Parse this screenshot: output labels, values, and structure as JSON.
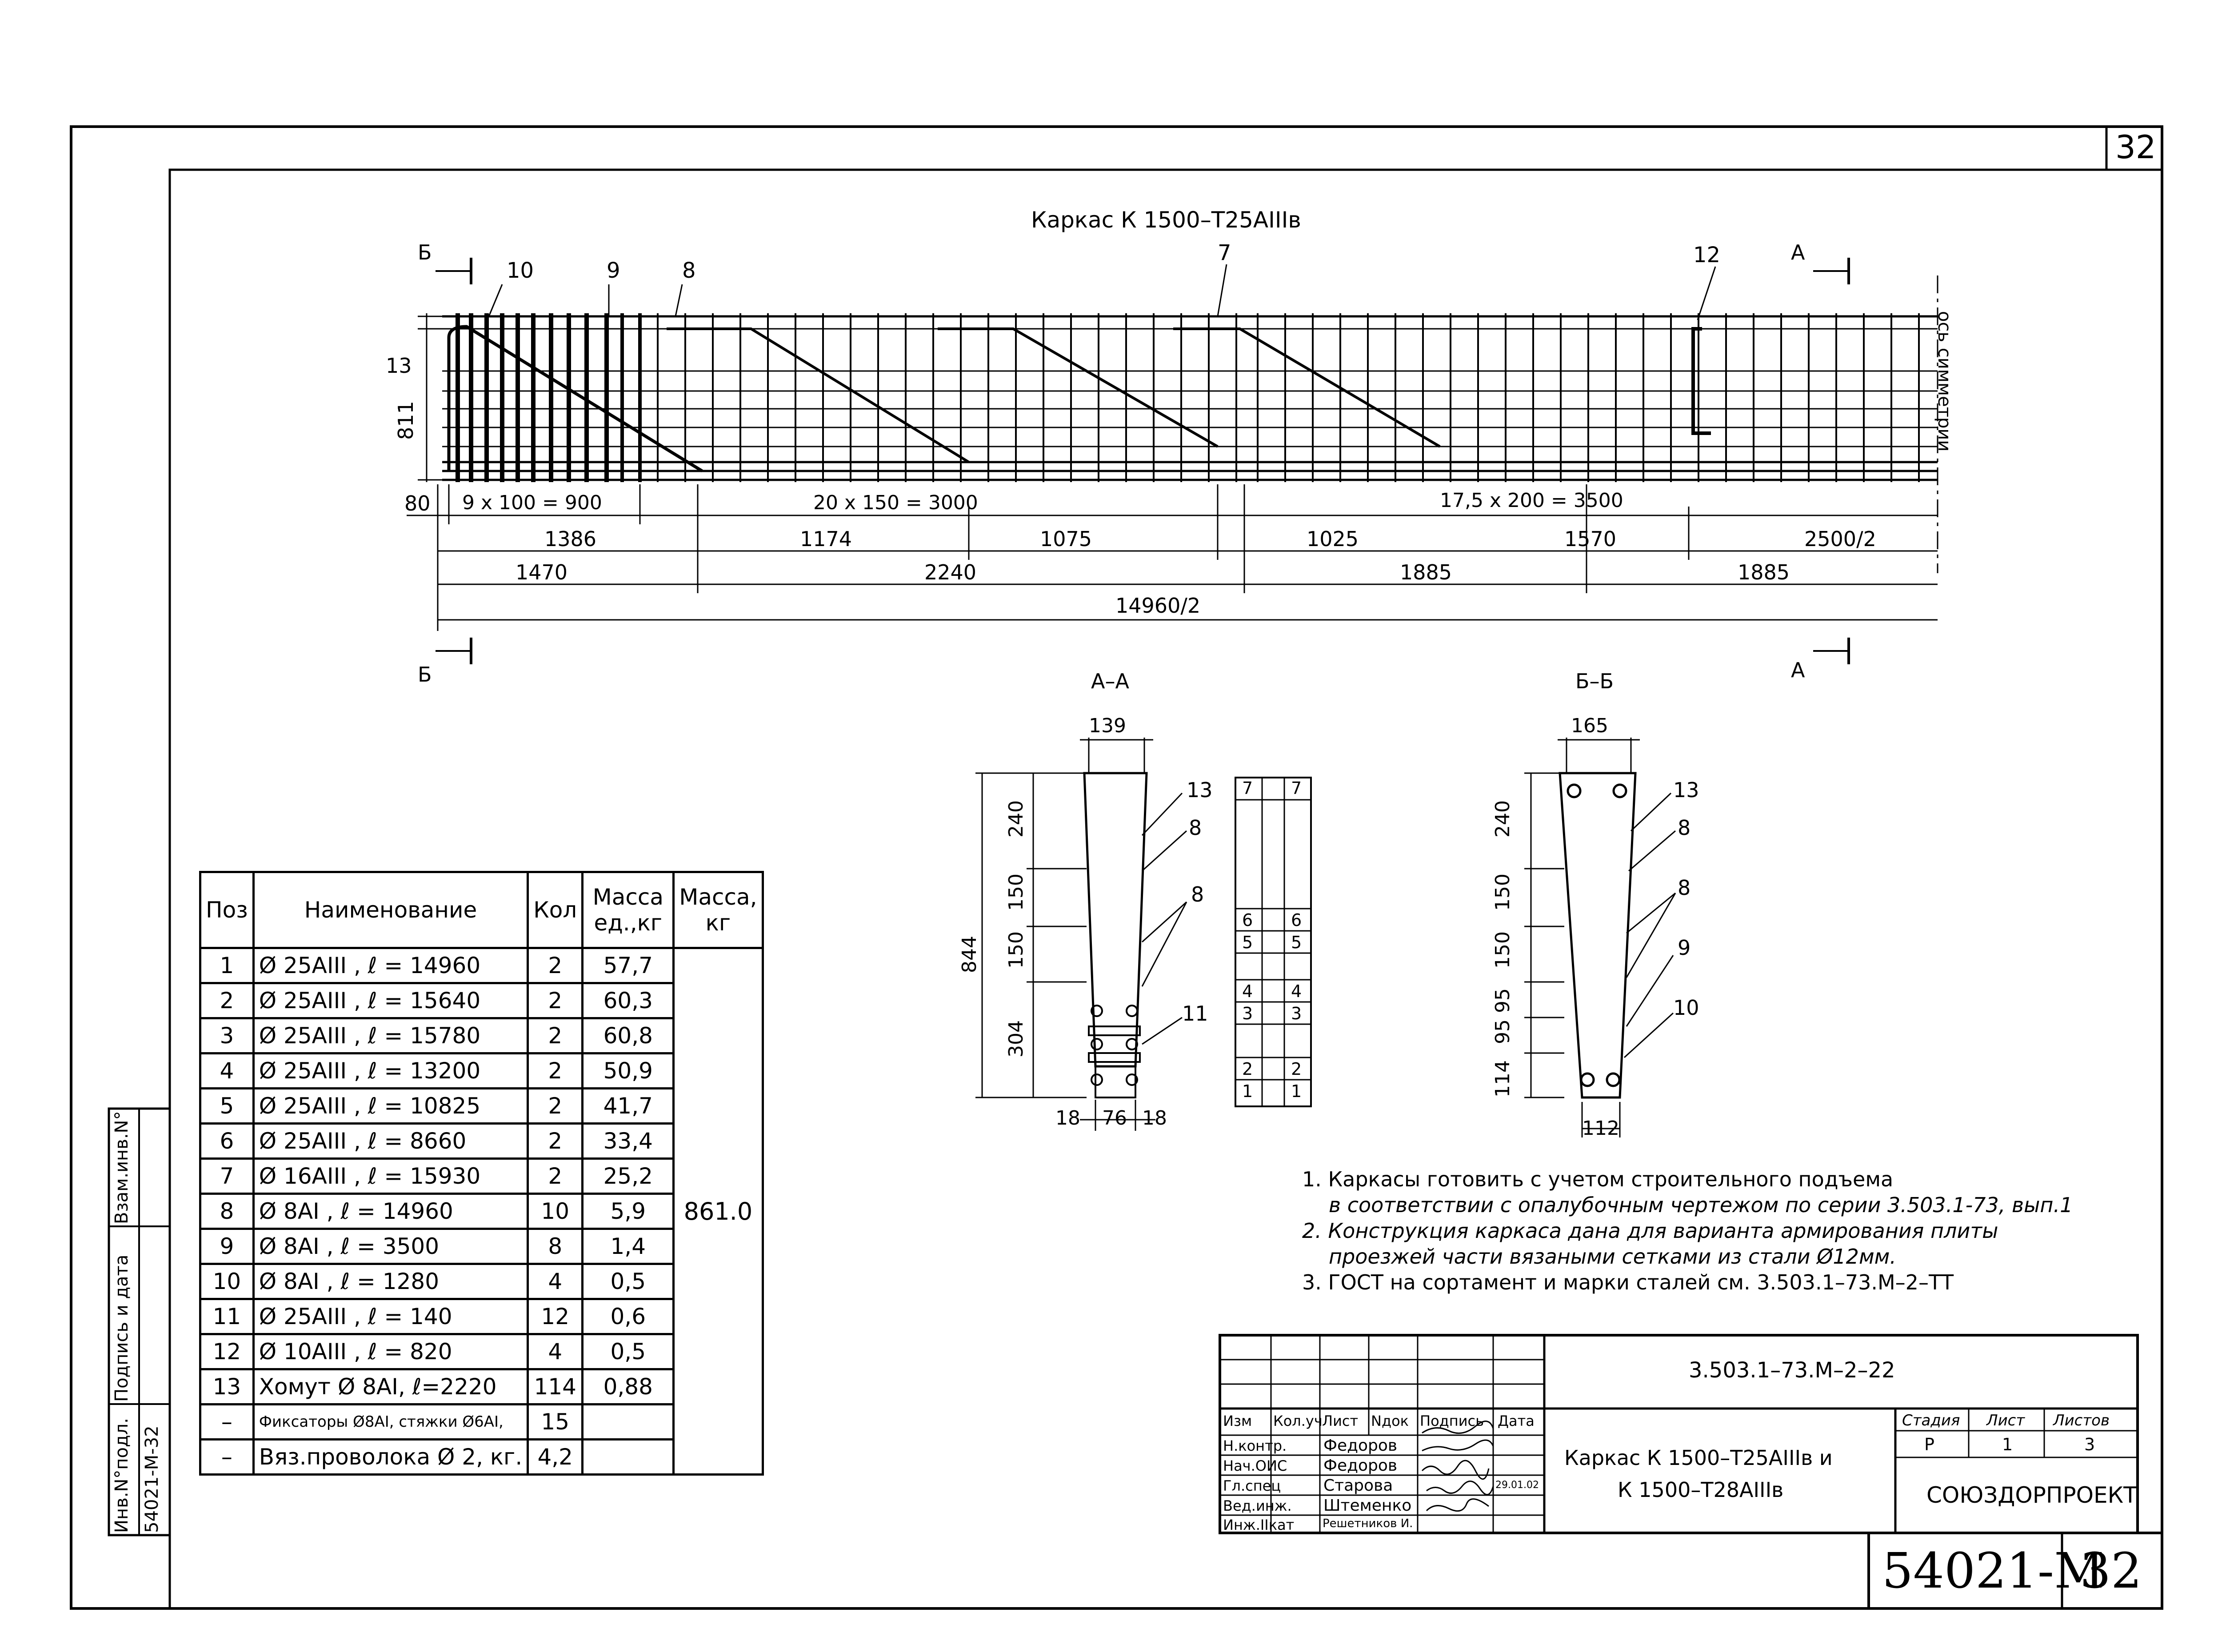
{
  "sheet": {
    "corner_number": "32",
    "bottom_code": "54021-M",
    "bottom_sheet": "32",
    "side_left": [
      "Инв.N°подл.",
      "Подпись и дата",
      "Взам.инв.N°"
    ],
    "side_code": "54021-M-32"
  },
  "frame": {
    "title": "Каркас К 1500–Т25АIIIв",
    "positions": [
      "10",
      "9",
      "8",
      "7",
      "12"
    ],
    "section_markers": {
      "b": "Б",
      "a": "А"
    },
    "axis_label": "ось симметрии",
    "left_dims": [
      "13",
      "811"
    ],
    "row1": [
      "80",
      "9 х 100 = 900",
      "20 х 150 = 3000",
      "17,5 х 200 = 3500"
    ],
    "row2": [
      "1386",
      "1174",
      "1075",
      "1025",
      "1570",
      "2500/2"
    ],
    "row3": [
      "1470",
      "2240",
      "1885",
      "1885"
    ],
    "row4": [
      "14960/2"
    ]
  },
  "section_aa": {
    "title": "А–А",
    "top_width": "139",
    "heights": [
      "240",
      "150",
      "150",
      "304"
    ],
    "total": "844",
    "bottom": [
      "18",
      "76",
      "18"
    ],
    "labels": [
      "13",
      "8",
      "8",
      "11"
    ],
    "bar_marks": [
      [
        "7",
        "7"
      ],
      [
        "6",
        "6"
      ],
      [
        "5",
        "5"
      ],
      [
        "4",
        "4"
      ],
      [
        "3",
        "3"
      ],
      [
        "2",
        "2"
      ],
      [
        "1",
        "1"
      ]
    ]
  },
  "section_bb": {
    "title": "Б–Б",
    "top_width": "165",
    "heights": [
      "240",
      "150",
      "150",
      "95",
      "95",
      "114"
    ],
    "bottom": "112",
    "labels": [
      "13",
      "8",
      "8",
      "9",
      "10"
    ]
  },
  "spec_table": {
    "headers": [
      "Поз",
      "Наименование",
      "Кол",
      "Масса ед.,кг",
      "Масса, кг"
    ],
    "total_mass": "861.0",
    "rows": [
      {
        "pos": "1",
        "name": "Ø 25АIII , ℓ = 14960",
        "qty": "2",
        "mass": "57,7"
      },
      {
        "pos": "2",
        "name": "Ø 25АIII , ℓ = 15640",
        "qty": "2",
        "mass": "60,3"
      },
      {
        "pos": "3",
        "name": "Ø 25АIII , ℓ = 15780",
        "qty": "2",
        "mass": "60,8"
      },
      {
        "pos": "4",
        "name": "Ø 25АIII , ℓ = 13200",
        "qty": "2",
        "mass": "50,9"
      },
      {
        "pos": "5",
        "name": "Ø 25АIII , ℓ = 10825",
        "qty": "2",
        "mass": "41,7"
      },
      {
        "pos": "6",
        "name": "Ø 25АIII , ℓ = 8660",
        "qty": "2",
        "mass": "33,4"
      },
      {
        "pos": "7",
        "name": "Ø 16АIII , ℓ = 15930",
        "qty": "2",
        "mass": "25,2"
      },
      {
        "pos": "8",
        "name": "Ø 8АI , ℓ = 14960",
        "qty": "10",
        "mass": "5,9"
      },
      {
        "pos": "9",
        "name": "Ø 8АI , ℓ = 3500",
        "qty": "8",
        "mass": "1,4"
      },
      {
        "pos": "10",
        "name": "Ø 8АI , ℓ = 1280",
        "qty": "4",
        "mass": "0,5"
      },
      {
        "pos": "11",
        "name": "Ø 25АIII , ℓ = 140",
        "qty": "12",
        "mass": "0,6"
      },
      {
        "pos": "12",
        "name": "Ø 10АIII , ℓ = 820",
        "qty": "4",
        "mass": "0,5"
      },
      {
        "pos": "13",
        "name": "Хомут Ø 8АI, ℓ=2220",
        "qty": "114",
        "mass": "0,88"
      },
      {
        "pos": "–",
        "name": "Фиксаторы Ø8АI, стяжки Ø6АI,",
        "qty": "15",
        "mass": ""
      },
      {
        "pos": "–",
        "name": "Вяз.проволока Ø 2, кг.",
        "qty": "4,2",
        "mass": ""
      }
    ]
  },
  "notes": [
    "1. Каркасы готовить с учетом строительного подъема",
    "в соответствии с опалубочным чертежом по серии 3.503.1-73, вып.1",
    "2. Конструкция каркаса дана для варианта армирования плиты",
    "проезжей части вязаными сетками из стали Ø12мм.",
    "3. ГОСТ на сортамент и марки сталей см. 3.503.1–73.М–2–ТТ"
  ],
  "stamp": {
    "doc_code": "3.503.1–73.М–2–22",
    "header_cols": [
      "Изм",
      "Кол.уч",
      "Лист",
      "Nдок",
      "Подпись",
      "Дата"
    ],
    "people": [
      {
        "role": "Н.контр.",
        "name": "Федоров"
      },
      {
        "role": "Нач.ОИС",
        "name": "Федоров"
      },
      {
        "role": "Гл.спец",
        "name": "Старова",
        "date": "29.01.02"
      },
      {
        "role": "Вед.инж.",
        "name": "Штеменко"
      },
      {
        "role": "Инж.IIкат",
        "name": "Решетников И."
      }
    ],
    "title_line1": "Каркас К 1500–Т25АIIIв и",
    "title_line2": "К 1500–Т28АIIIв",
    "stage_label": "Стадия",
    "sheet_label": "Лист",
    "sheets_label": "Листов",
    "stage": "Р",
    "sheet": "1",
    "sheets": "3",
    "org": "СОЮЗДОРПРОЕКТ"
  }
}
